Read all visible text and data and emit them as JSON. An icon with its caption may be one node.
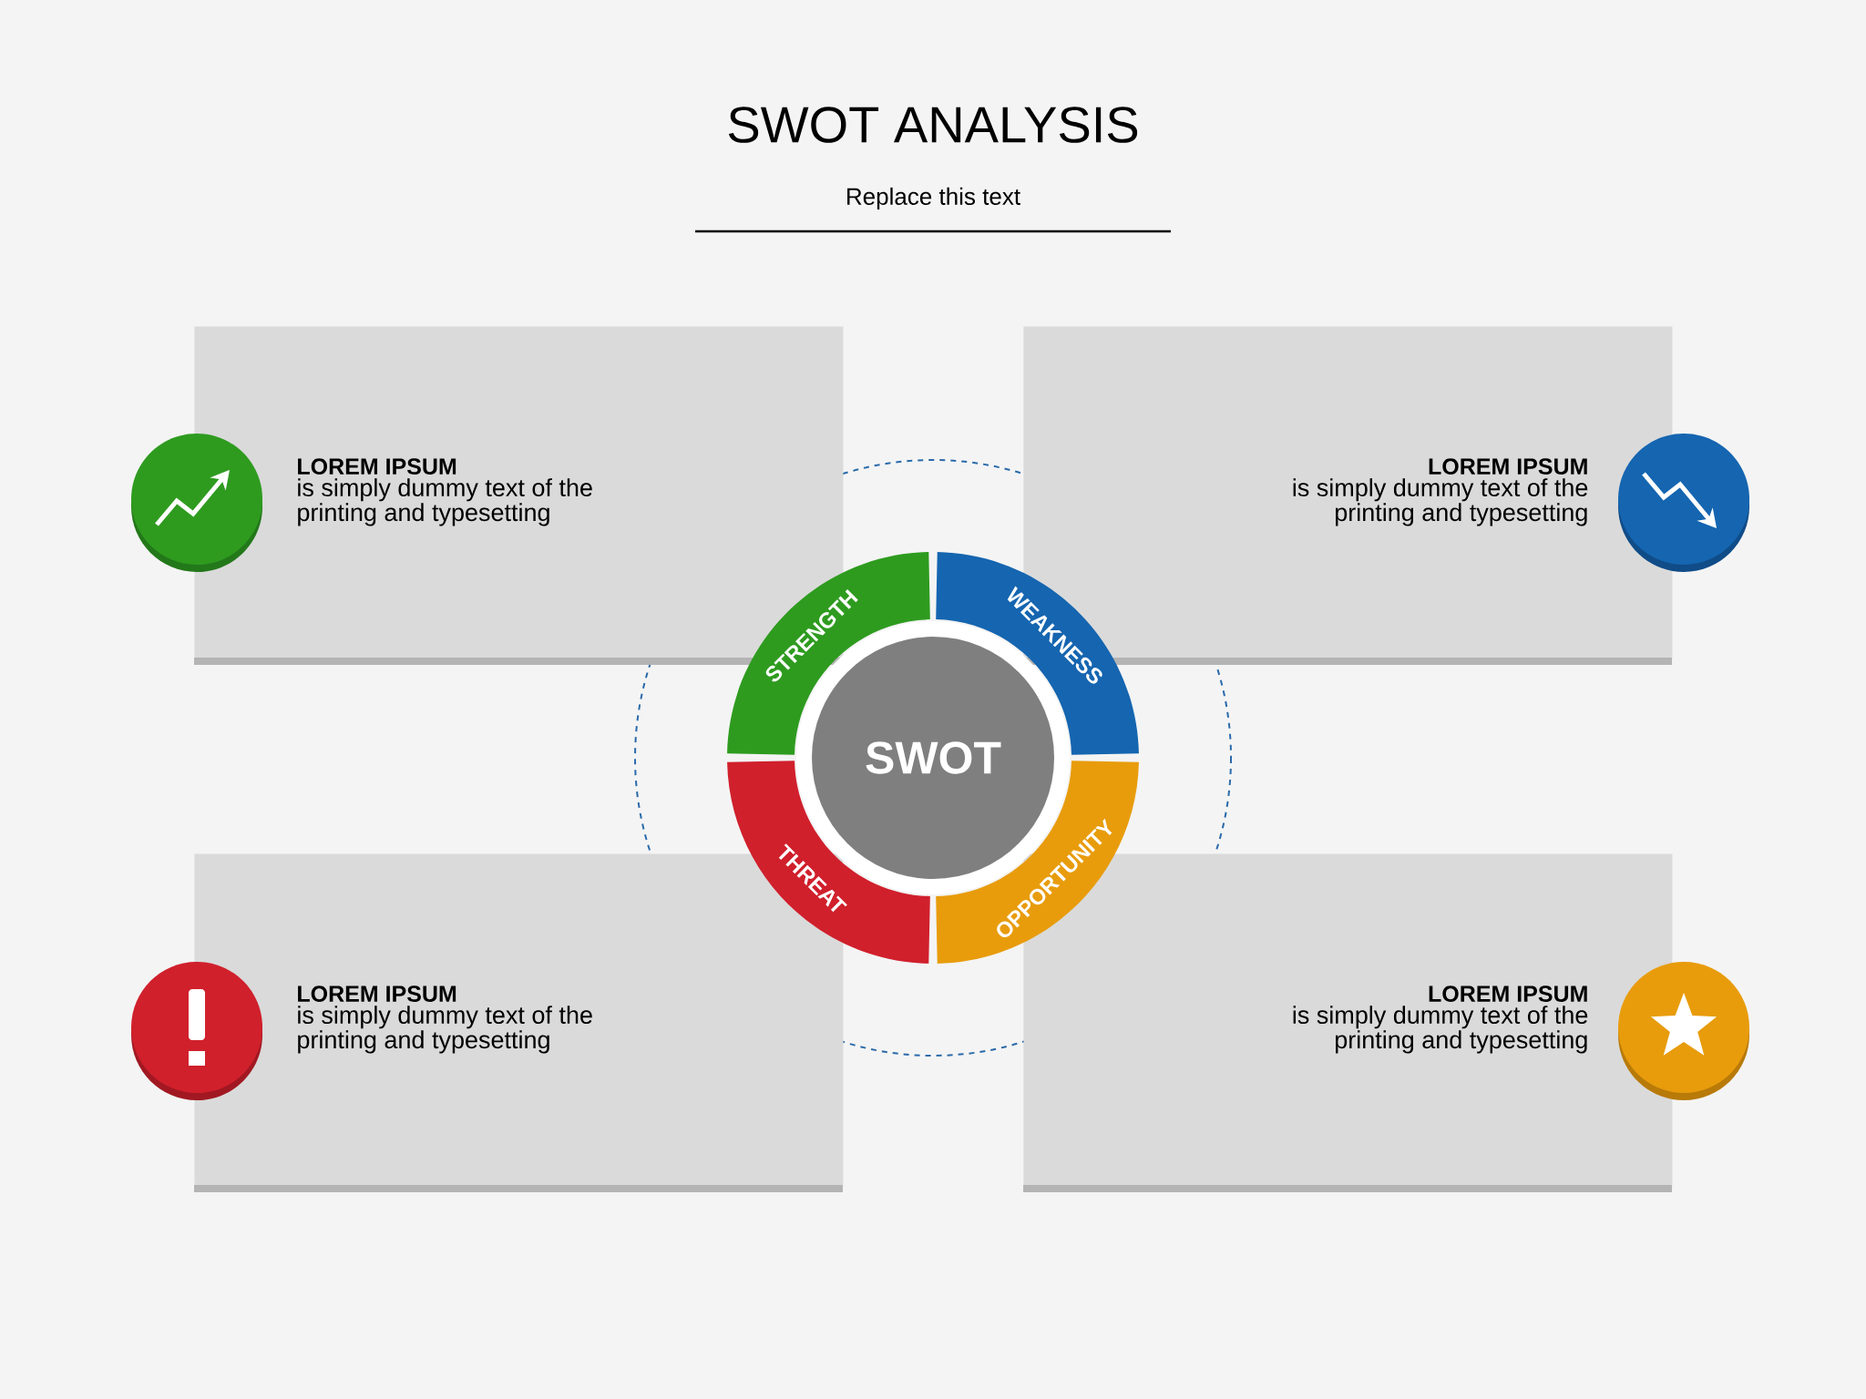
{
  "diagram": {
    "title": "SWOT ANALYSIS",
    "nodes": [
      {
        "text": [
          "LOREM IPSUM",
          "is simply dummy text of the printing and typesetting"
        ]
      },
      {
        "text": [
          "LOREM IPSUM",
          "is simply dummy text of the printing and typesetting"
        ]
      },
      {
        "text": [
          "LOREM IPSUM",
          "is simply dummy text of the printing and typesetting"
        ]
      },
      {
        "text": [
          "LOREM IPSUM",
          "is simply dummy text of the printing and typesetting"
        ]
      },
      {
        "text": [
          "SWOT"
        ]
      },
      {
        "text": [
          "STRENGTH"
        ]
      },
      {
        "text": [
          "WEAKNESS"
        ]
      },
      {
        "text": [
          "THREAT"
        ]
      },
      {
        "text": [
          "OPPORTUNITY"
        ]
      }
    ],
    "labels": [
      "Replace this text"
    ]
  }
}
